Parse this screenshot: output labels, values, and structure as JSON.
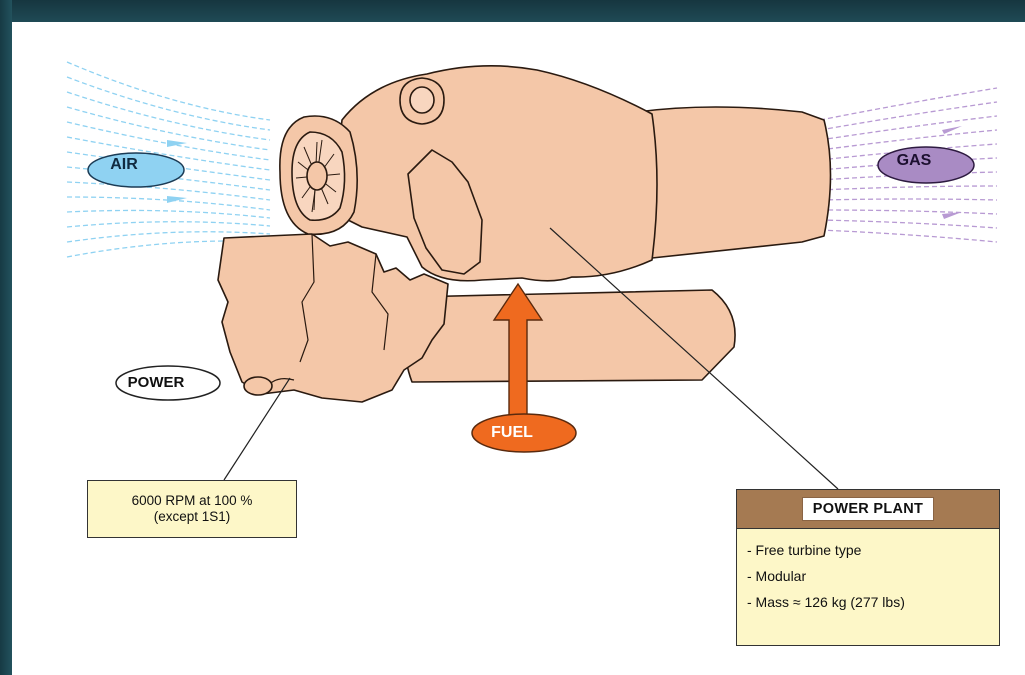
{
  "labels": {
    "air": "AIR",
    "gas": "GAS",
    "power": "POWER",
    "fuel": "FUEL"
  },
  "rpm_note": {
    "line1": "6000 RPM at 100 %",
    "line2": "(except 1S1)"
  },
  "power_plant": {
    "title": "POWER PLANT",
    "items": [
      "- Free turbine type",
      "- Modular",
      "- Mass ≈ 126 kg (277 lbs)"
    ]
  },
  "colors": {
    "engine": "#f4c7a8",
    "air": "#8fd2f2",
    "gas": "#a98bc4",
    "fuel": "#ef6a1f",
    "box": "#fdf7c8",
    "box_header": "#a57a52"
  }
}
